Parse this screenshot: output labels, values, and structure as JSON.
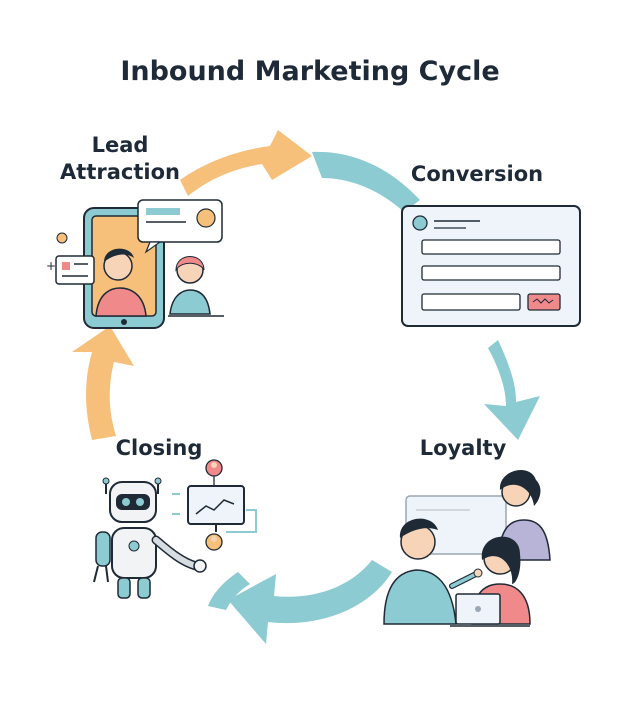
{
  "title": "Inbound Marketing Cycle",
  "stages": {
    "lead_attraction": {
      "line1": "Lead",
      "line2": "Attraction"
    },
    "conversion": {
      "label": "Conversion"
    },
    "closing": {
      "label": "Closing"
    },
    "loyalty": {
      "label": "Loyalty"
    }
  },
  "colors": {
    "orange_arrow": "#f6c07b",
    "teal_arrow": "#8ccbd1",
    "outline": "#1f2a37",
    "red_accent": "#f08a8a"
  }
}
